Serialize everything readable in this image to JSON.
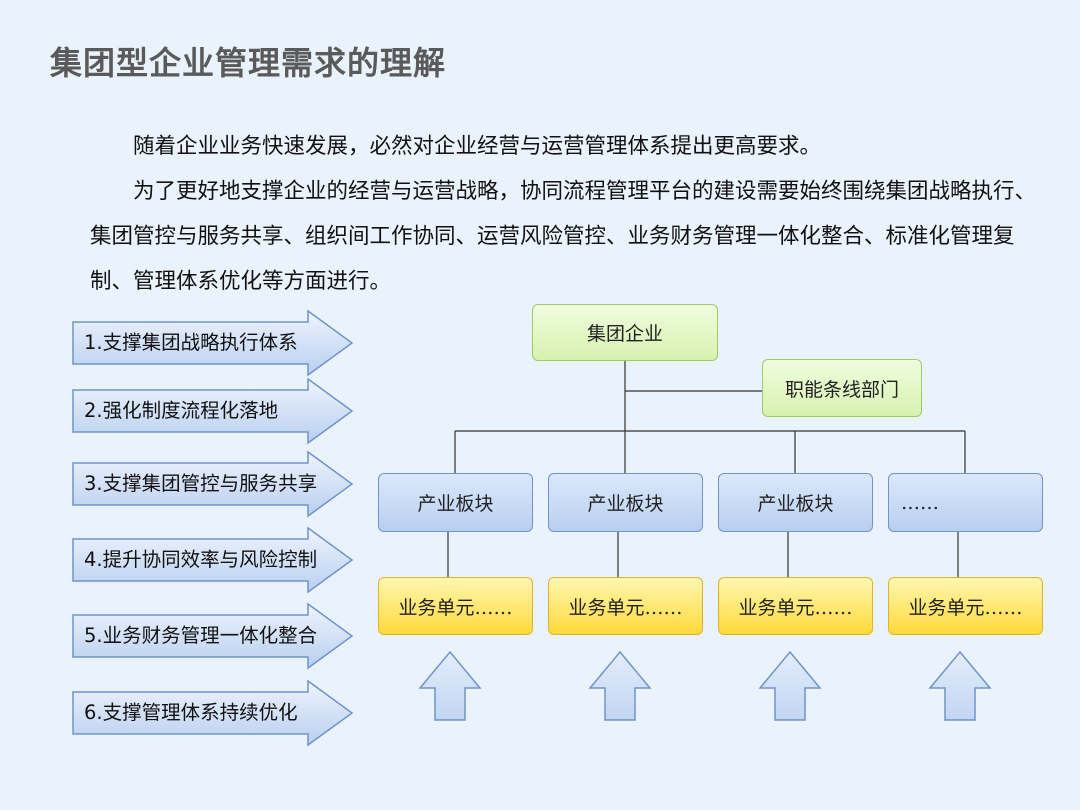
{
  "title": "集团型企业管理需求的理解",
  "intro": [
    "随着企业业务快速发展，必然对企业经营与运营管理体系提出更高要求。",
    "为了更好地支撑企业的经营与运营战略，协同流程管理平台的建设需要始终围绕集团战略执行、集团管控与服务共享、组织间工作协同、运营风险管控、业务财务管理一体化整合、标准化管理复制、管理体系优化等方面进行。"
  ],
  "requirements": [
    "1.支撑集团战略执行体系",
    "2.强化制度流程化落地",
    "3.支撑集团管控与服务共享",
    "4.提升协同效率与风险控制",
    "5.业务财务管理一体化整合",
    "6.支撑管理体系持续优化"
  ],
  "org": {
    "root": "集团企业",
    "function_dept": "职能条线部门",
    "segments": [
      "产业板块",
      "产业板块",
      "产业板块",
      "……"
    ],
    "units": [
      "业务单元……",
      "业务单元……",
      "业务单元……",
      "业务单元……"
    ]
  },
  "colors": {
    "background": "#eaf2fb",
    "title": "#5a5a5a",
    "green_box": "#d7f2b0",
    "blue_box": "#b9cff0",
    "yellow_box": "#ffd93a",
    "arrow_fill": "#c9daf4",
    "arrow_stroke": "#6f94c9"
  }
}
